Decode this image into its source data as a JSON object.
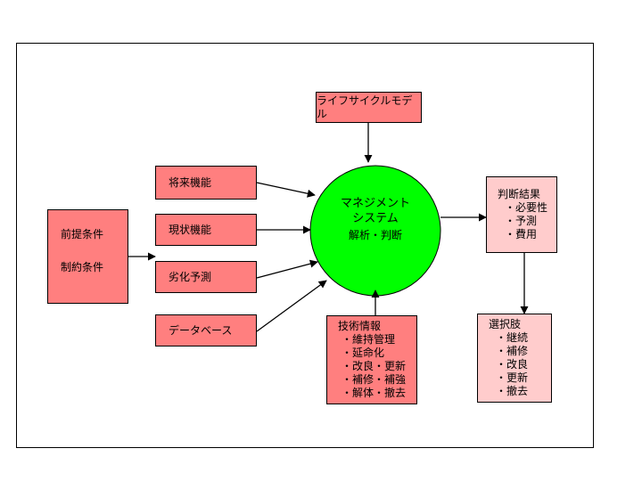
{
  "premise": {
    "line1": "前提条件",
    "line2": "制約条件"
  },
  "inputs": {
    "future_function": "将来機能",
    "current_function": "現状機能",
    "deterioration_forecast": "劣化予測",
    "database": "データベース"
  },
  "lifecycle_model": "ライフサイクルモデル",
  "management_system": {
    "line1": "マネジメント",
    "line2": "システム",
    "line3": "解析・判断"
  },
  "technical_info": {
    "title": "技術情報",
    "items": [
      "・維持管理",
      "・延命化",
      "・改良・更新",
      "・補修・補強",
      "・解体・撤去"
    ]
  },
  "judgment_result": {
    "title": "判断結果",
    "items": [
      "・必要性",
      "・予測",
      "・費用"
    ]
  },
  "options": {
    "title": "選択肢",
    "items": [
      "・継続",
      "・補修",
      "・改良",
      "・更新",
      "・撤去"
    ]
  },
  "colors": {
    "input_box": "#ff7f7f",
    "output_box": "#ffcccc",
    "system_circle": "#00ff00"
  }
}
